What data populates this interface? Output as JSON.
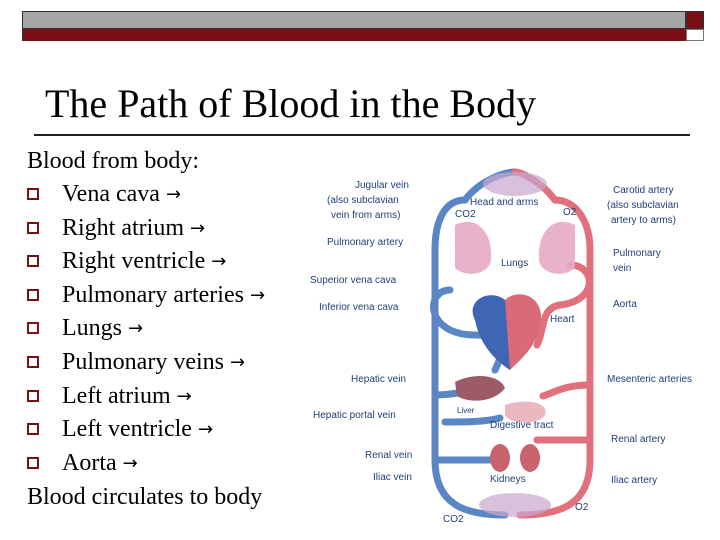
{
  "title": "The Path of Blood in the Body",
  "intro": "Blood from body:",
  "path_steps": [
    "Vena cava",
    "Right atrium",
    "Right ventricle",
    "Pulmonary arteries",
    "Lungs",
    "Pulmonary veins",
    "Left atrium",
    "Left ventricle",
    "Aorta"
  ],
  "arrow_symbol": "→",
  "conclusion": "Blood circulates to body",
  "diagram": {
    "left_labels": {
      "jugular_1": "Jugular vein",
      "jugular_2": "(also subclavian",
      "jugular_3": "vein from arms)",
      "pulmonary_artery": "Pulmonary artery",
      "superior_vena_cava": "Superior vena cava",
      "inferior_vena_cava": "Inferior vena cava",
      "hepatic_vein": "Hepatic vein",
      "hepatic_portal_vein": "Hepatic portal vein",
      "renal_vein": "Renal vein",
      "iliac_vein": "Iliac vein"
    },
    "right_labels": {
      "carotid_1": "Carotid artery",
      "carotid_2": "(also subclavian",
      "carotid_3": "artery to arms)",
      "pulmonary_vein_1": "Pulmonary",
      "pulmonary_vein_2": "vein",
      "aorta": "Aorta",
      "mesenteric": "Mesenteric arteries",
      "renal_artery": "Renal artery",
      "iliac_artery": "Iliac artery"
    },
    "inner_labels": {
      "head_arms": "Head and arms",
      "co2_top": "CO2",
      "o2_top": "O2",
      "lungs": "Lungs",
      "heart": "Heart",
      "liver": "Liver",
      "digestive_tract": "Digestive tract",
      "kidneys": "Kidneys",
      "co2_bottom": "CO2",
      "o2_bottom": "O2"
    },
    "colors": {
      "vein_blue": "#5a86c5",
      "artery_red": "#e0707c",
      "heart_blue": "#3f66b5",
      "heart_red": "#d96a78",
      "label_color": "#1f3f78",
      "accent": "#7a0f16"
    }
  }
}
